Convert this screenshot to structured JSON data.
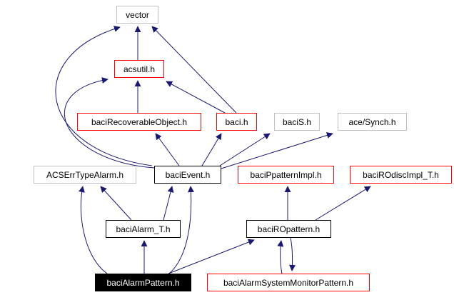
{
  "diagram": {
    "kind": "include-dependency-graph",
    "background_color": "#ffffff",
    "edge_color": "#191970",
    "border_colors": {
      "external": "#c0c0c0",
      "documented": "#000000",
      "truncated": "#ff0000"
    },
    "current_file": "baciAlarmPattern.h",
    "nodes": [
      {
        "id": "vector",
        "label": "vector",
        "border": "#c0c0c0",
        "fill": "#ffffff",
        "text": "#000000"
      },
      {
        "id": "acsutil",
        "label": "acsutil.h",
        "border": "#ff0000",
        "fill": "#ffffff",
        "text": "#000000"
      },
      {
        "id": "baciRecoverableObject",
        "label": "baciRecoverableObject.h",
        "border": "#ff0000",
        "fill": "#ffffff",
        "text": "#000000"
      },
      {
        "id": "baci",
        "label": "baci.h",
        "border": "#ff0000",
        "fill": "#ffffff",
        "text": "#000000"
      },
      {
        "id": "baciS",
        "label": "baciS.h",
        "border": "#c0c0c0",
        "fill": "#ffffff",
        "text": "#000000"
      },
      {
        "id": "aceSynch",
        "label": "ace/Synch.h",
        "border": "#c0c0c0",
        "fill": "#ffffff",
        "text": "#000000"
      },
      {
        "id": "ACSErrTypeAlarm",
        "label": "ACSErrTypeAlarm.h",
        "border": "#c0c0c0",
        "fill": "#ffffff",
        "text": "#000000"
      },
      {
        "id": "baciEvent",
        "label": "baciEvent.h",
        "border": "#000000",
        "fill": "#ffffff",
        "text": "#000000"
      },
      {
        "id": "baciPpatternImpl",
        "label": "baciPpatternImpl.h",
        "border": "#ff0000",
        "fill": "#ffffff",
        "text": "#000000"
      },
      {
        "id": "baciROdiscImpl_T",
        "label": "baciROdiscImpl_T.h",
        "border": "#ff0000",
        "fill": "#ffffff",
        "text": "#000000"
      },
      {
        "id": "baciAlarm_T",
        "label": "baciAlarm_T.h",
        "border": "#000000",
        "fill": "#ffffff",
        "text": "#000000"
      },
      {
        "id": "baciROpattern",
        "label": "baciROpattern.h",
        "border": "#000000",
        "fill": "#ffffff",
        "text": "#000000"
      },
      {
        "id": "baciAlarmPattern",
        "label": "baciAlarmPattern.h",
        "border": "#000000",
        "fill": "#000000",
        "text": "#ffffff"
      },
      {
        "id": "baciAlarmSystemMonitorPattern",
        "label": "baciAlarmSystemMonitorPattern.h",
        "border": "#ff0000",
        "fill": "#ffffff",
        "text": "#000000"
      }
    ],
    "edges": [
      {
        "from": "baciEvent",
        "to": "vector"
      },
      {
        "from": "baciEvent",
        "to": "acsutil"
      },
      {
        "from": "acsutil",
        "to": "vector"
      },
      {
        "from": "baciRecoverableObject",
        "to": "acsutil"
      },
      {
        "from": "baci",
        "to": "acsutil"
      },
      {
        "from": "baci",
        "to": "vector"
      },
      {
        "from": "baciEvent",
        "to": "baciRecoverableObject"
      },
      {
        "from": "baciEvent",
        "to": "baci"
      },
      {
        "from": "baciEvent",
        "to": "baciS"
      },
      {
        "from": "baciEvent",
        "to": "aceSynch"
      },
      {
        "from": "baciAlarm_T",
        "to": "ACSErrTypeAlarm"
      },
      {
        "from": "baciAlarm_T",
        "to": "baciEvent"
      },
      {
        "from": "baciAlarmPattern",
        "to": "ACSErrTypeAlarm"
      },
      {
        "from": "baciAlarmPattern",
        "to": "baciAlarm_T"
      },
      {
        "from": "baciAlarmPattern",
        "to": "baciEvent"
      },
      {
        "from": "baciAlarmPattern",
        "to": "baciROpattern"
      },
      {
        "from": "baciAlarmSystemMonitorPattern",
        "to": "baciROpattern"
      },
      {
        "from": "baciROpattern",
        "to": "baciAlarmSystemMonitorPattern"
      },
      {
        "from": "baciROpattern",
        "to": "baciPpatternImpl"
      },
      {
        "from": "baciROpattern",
        "to": "baciROdiscImpl_T"
      }
    ]
  }
}
